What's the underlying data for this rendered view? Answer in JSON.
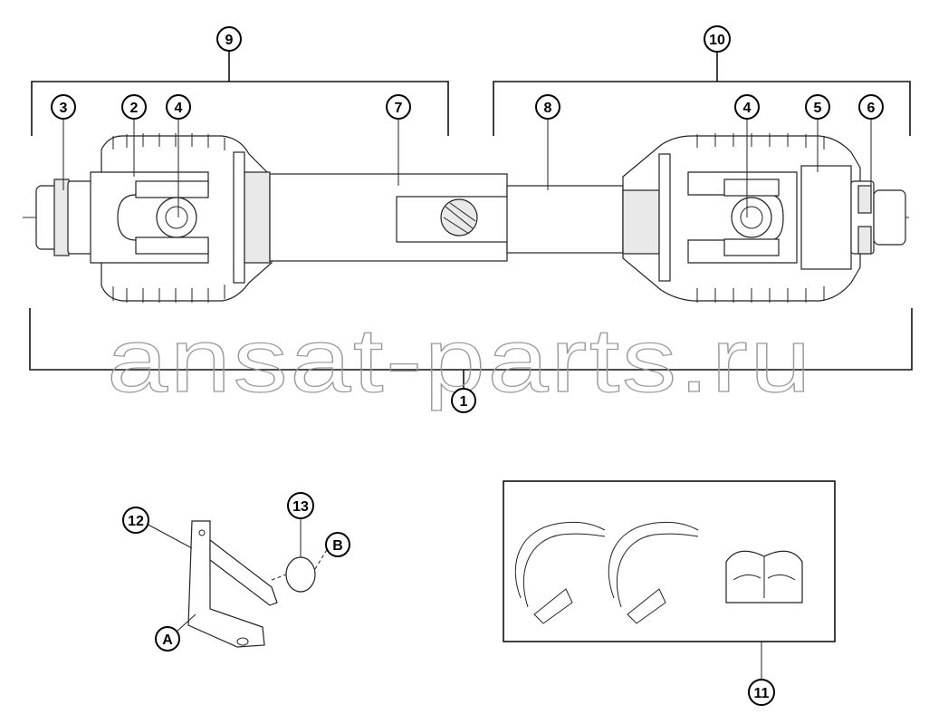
{
  "watermark": "ansat-parts.ru",
  "callouts": [
    {
      "label": "1"
    },
    {
      "label": "2"
    },
    {
      "label": "3"
    },
    {
      "label": "4"
    },
    {
      "label": "4"
    },
    {
      "label": "5"
    },
    {
      "label": "6"
    },
    {
      "label": "7"
    },
    {
      "label": "8"
    },
    {
      "label": "9"
    },
    {
      "label": "10"
    },
    {
      "label": "11"
    },
    {
      "label": "12"
    },
    {
      "label": "13"
    },
    {
      "label": "A"
    },
    {
      "label": "B"
    }
  ]
}
